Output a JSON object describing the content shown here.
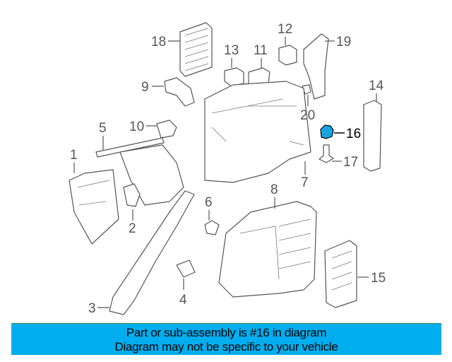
{
  "diagram": {
    "highlighted_part": "16",
    "highlight_color": "#1aa3e0",
    "callouts": [
      "1",
      "2",
      "3",
      "4",
      "5",
      "6",
      "7",
      "8",
      "9",
      "10",
      "11",
      "12",
      "13",
      "14",
      "15",
      "16",
      "17",
      "18",
      "19",
      "20"
    ]
  },
  "banner": {
    "line1": "Part or sub-assembly is #16 in diagram",
    "line2": "Diagram may not be specific to your vehicle",
    "background": "#00aeef"
  }
}
